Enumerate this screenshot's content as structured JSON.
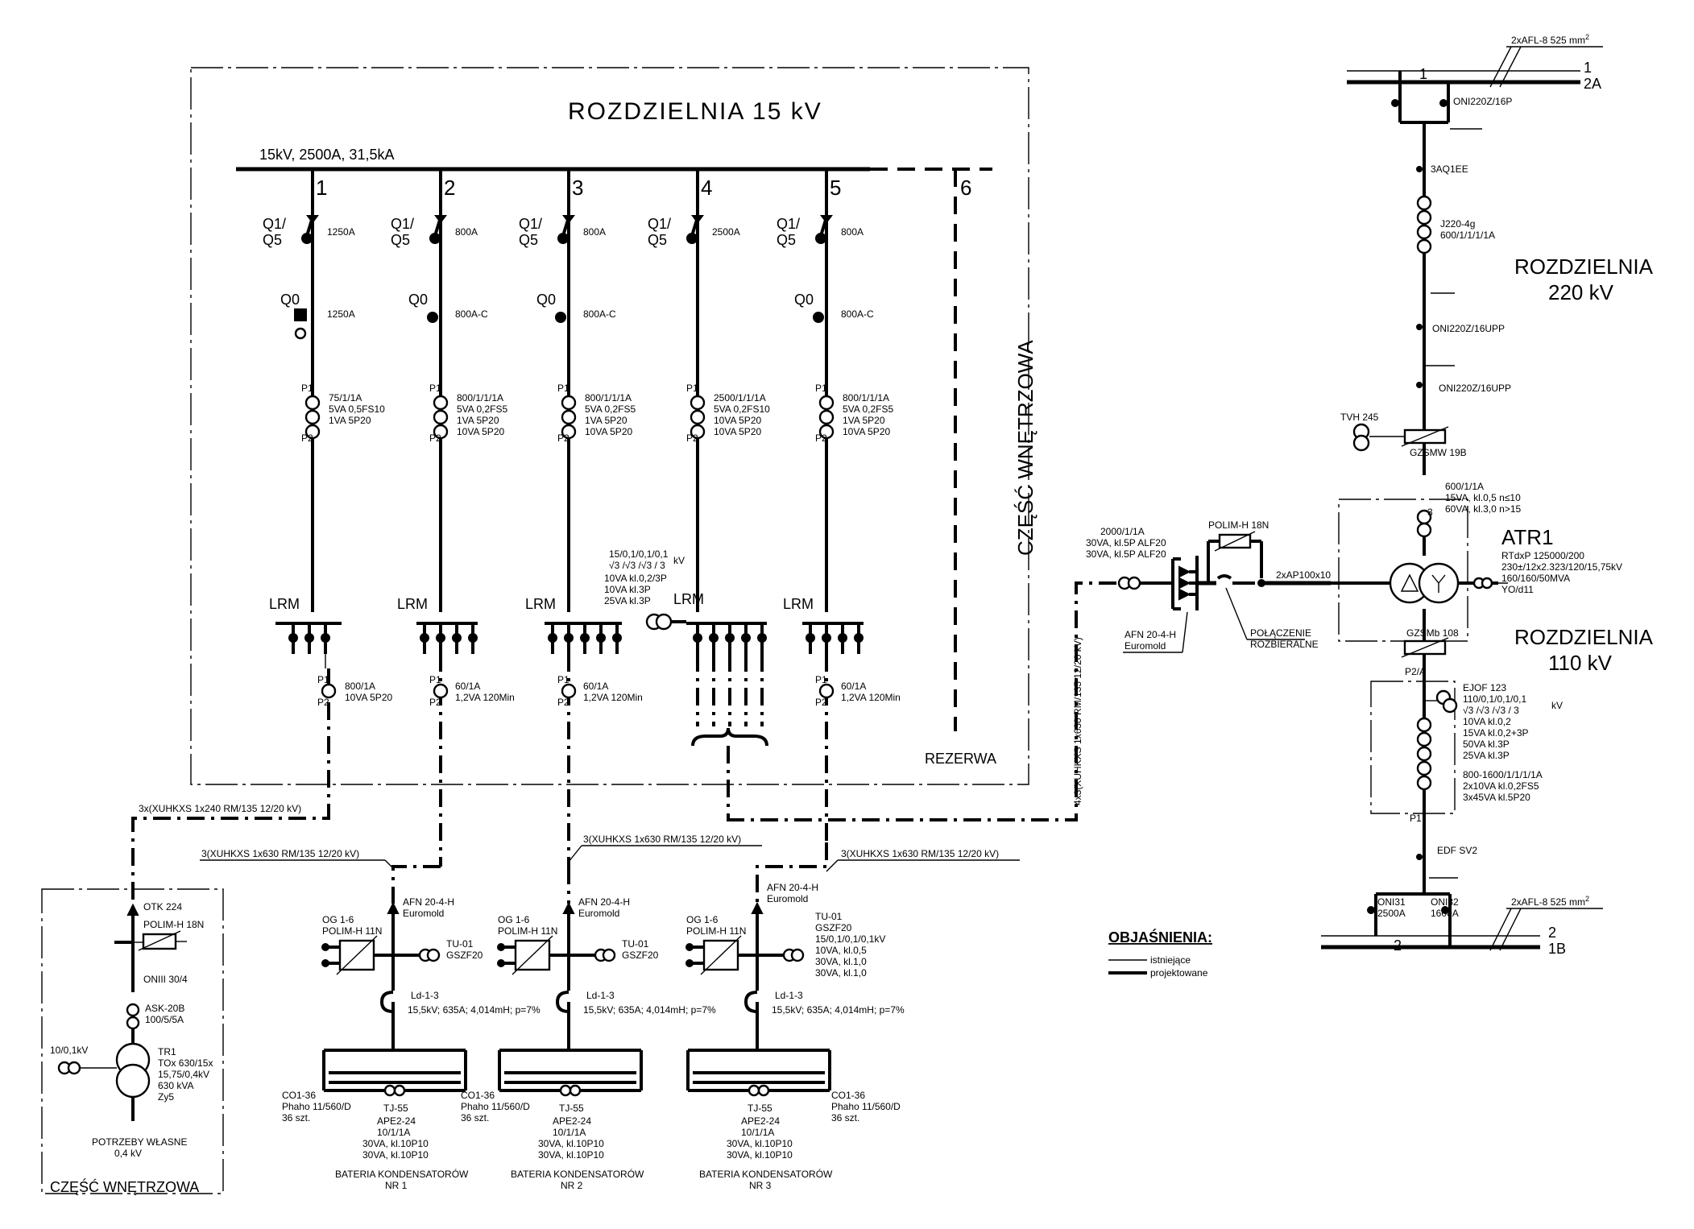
{
  "titles": {
    "switchgear_15kv": "ROZDZIELNIA 15 kV",
    "switchgear_220kv_l1": "ROZDZIELNIA",
    "switchgear_220kv_l2": "220 kV",
    "switchgear_110kv_l1": "ROZDZIELNIA",
    "switchgear_110kv_l2": "110 kV",
    "indoor_part_vertical": "CZĘŚĆ WNĘTRZOWA",
    "indoor_part_bottom": "CZĘŚĆ WNĘTRZOWA",
    "reserve": "REZERWA"
  },
  "busbar": {
    "rating": "15kV, 2500A, 31,5kA"
  },
  "bays": [
    {
      "no": "1",
      "breaker_code_1": "Q1/",
      "breaker_code_2": "Q5",
      "breaker_rating": "1250A",
      "earth_code": "Q0",
      "earth_rating": "1250A",
      "ct_lines": [
        "75/1/1A",
        "5VA 0,5FS10",
        "1VA 5P20",
        ""
      ],
      "lrm": "LRM",
      "ct2_lines": [
        "800/1A",
        "10VA 5P20"
      ]
    },
    {
      "no": "2",
      "breaker_code_1": "Q1/",
      "breaker_code_2": "Q5",
      "breaker_rating": "800A",
      "earth_code": "Q0",
      "earth_rating": "800A-C",
      "ct_lines": [
        "800/1/1/1A",
        "5VA 0,2FS5",
        "1VA 5P20",
        "10VA 5P20"
      ],
      "lrm": "LRM",
      "ct2_lines": [
        "60/1A",
        "1,2VA 120Min"
      ]
    },
    {
      "no": "3",
      "breaker_code_1": "Q1/",
      "breaker_code_2": "Q5",
      "breaker_rating": "800A",
      "earth_code": "Q0",
      "earth_rating": "800A-C",
      "ct_lines": [
        "800/1/1/1A",
        "5VA 0,2FS5",
        "1VA 5P20",
        "10VA 5P20"
      ],
      "lrm": "LRM",
      "ct2_lines": [
        "60/1A",
        "1,2VA 120Min"
      ]
    },
    {
      "no": "4",
      "breaker_code_1": "Q1/",
      "breaker_code_2": "Q5",
      "breaker_rating": "2500A",
      "earth_code": "",
      "earth_rating": "",
      "ct_lines": [
        "2500/1/1/1A",
        "5VA 0,2FS10",
        "10VA 5P20",
        "10VA 5P20"
      ],
      "lrm": "LRM",
      "ct2_lines": []
    },
    {
      "no": "5",
      "breaker_code_1": "Q1/",
      "breaker_code_2": "Q5",
      "breaker_rating": "800A",
      "earth_code": "Q0",
      "earth_rating": "800A-C",
      "ct_lines": [
        "800/1/1/1A",
        "5VA 0,2FS5",
        "1VA 5P20",
        "10VA 5P20"
      ],
      "lrm": "LRM",
      "ct2_lines": [
        "60/1A",
        "1,2VA 120Min"
      ]
    },
    {
      "no": "6"
    }
  ],
  "vt_bay4": {
    "lines": [
      "15/0,1/0,1/0,1",
      "√3 /√3 /√3 / 3",
      "10VA kl.0,2/3P",
      "10VA kl.3P",
      "25VA kl.3P"
    ],
    "unit": "kV"
  },
  "cables": {
    "c1": "3x(XUHKXS 1x240 RM/135 12/20 kV)",
    "c2": "3(XUHKXS 1x630 RM/135 12/20 kV)",
    "c3": "3(XUHKXS 1x630 RM/135 12/20 kV)",
    "c4": "3(XUHKXS 1x630 RM/135 12/20 kV)",
    "c_main": "4x3(XUHKXS 1x630 RM/135 12/20 kV)"
  },
  "aux": {
    "otk": "OTK 224",
    "polim": "POLIM-H 18N",
    "onii": "ONIII 30/4",
    "ask": "ASK-20B",
    "ask_ratio": "100/5/5A",
    "vt_label": "10/0,1kV",
    "tr_lines": [
      "TR1",
      "TOx 630/15x",
      "15,75/0,4kV",
      "630 kVA",
      "Zy5"
    ],
    "own_needs_1": "POTRZEBY WŁASNE",
    "own_needs_2": "0,4 kV"
  },
  "capbanks": [
    {
      "afn": "AFN 20-4-H",
      "euromold": "Euromold",
      "og": "OG 1-6",
      "polim": "POLIM-H 11N",
      "tu": "TU-01",
      "gszf": "GSZF20",
      "tu_extra": [],
      "ld": "Ld-1-3",
      "ld_spec": "15,5kV; 635A; 4,014mH; p=7%",
      "co": "CO1-36",
      "phaho": "Phaho 11/560/D",
      "szt": "36 szt.",
      "tj": "TJ-55",
      "ape": [
        "APE2-24",
        "10/1/1A",
        "30VA, kl.10P10",
        "30VA, kl.10P10"
      ],
      "title_1": "BATERIA KONDENSATORÓW",
      "title_2": "NR 1"
    },
    {
      "afn": "AFN 20-4-H",
      "euromold": "Euromold",
      "og": "OG 1-6",
      "polim": "POLIM-H 11N",
      "tu": "TU-01",
      "gszf": "GSZF20",
      "tu_extra": [],
      "ld": "Ld-1-3",
      "ld_spec": "15,5kV; 635A; 4,014mH; p=7%",
      "co": "CO1-36",
      "phaho": "Phaho 11/560/D",
      "szt": "36 szt.",
      "tj": "TJ-55",
      "ape": [
        "APE2-24",
        "10/1/1A",
        "30VA, kl.10P10",
        "30VA, kl.10P10"
      ],
      "title_1": "BATERIA KONDENSATORÓW",
      "title_2": "NR 2"
    },
    {
      "afn": "AFN 20-4-H",
      "euromold": "Euromold",
      "og": "OG 1-6",
      "polim": "POLIM-H 11N",
      "tu": "TU-01",
      "gszf": "GSZF20",
      "tu_extra": [
        "15/0,1/0,1/0,1kV",
        "10VA, kl.0,5",
        "30VA, kl.1,0",
        "30VA, kl.1,0"
      ],
      "ld": "Ld-1-3",
      "ld_spec": "15,5kV; 635A; 4,014mH; p=7%",
      "co": "CO1-36",
      "phaho": "Phaho 11/560/D",
      "szt": "36 szt.",
      "tj": "TJ-55",
      "ape": [
        "APE2-24",
        "10/1/1A",
        "30VA, kl.10P10",
        "30VA, kl.10P10"
      ],
      "title_1": "BATERIA KONDENSATORÓW",
      "title_2": "NR 3"
    }
  ],
  "mid": {
    "ct_lines": [
      "2000/1/1A",
      "30VA, kl.5P ALF20",
      "30VA, kl.5P ALF20"
    ],
    "polim": "POLIM-H 18N",
    "afn": "AFN 20-4-H",
    "euromold": "Euromold",
    "bus": "2xAP100x10",
    "conn_1": "POŁĄCZENIE",
    "conn_2": "ROZBIERALNE"
  },
  "hv220": {
    "conductor": "2xAFL-8 525 mm",
    "conductor_sup": "2",
    "line_1": "1",
    "line_1_dup": "1",
    "line_2a": "2A",
    "oni1": "ONI220Z/16P",
    "aq": "3AQ1EE",
    "ct_model": "J220-4g",
    "ct_ratio": "600/1/1/1/1A",
    "oni2": "ONI220Z/16UPP",
    "oni3": "ONI220Z/16UPP",
    "tvh": "TVH 245",
    "gzs": "GZSMW 19B"
  },
  "atr": {
    "ct_lines": [
      "600/1/1A",
      "15VA, kl.0,5 n≤10",
      "60VA, kl.3,0 n>15"
    ],
    "name": "ATR1",
    "spec": [
      "RTdxP 125000/200",
      "230±/12x2.323/120/15,75kV",
      "160/160/50MVA",
      "YO/d11"
    ],
    "small3": "3"
  },
  "hv110": {
    "gzs": "GZSMb 108",
    "p2a": "P2/A",
    "ejof": "EJOF 123",
    "vt": [
      "110/0,1/0,1/0,1",
      "√3 /√3 /√3 / 3",
      "10VA kl.0,2",
      "15VA kl.0,2+3P",
      "50VA kl.3P",
      "25VA kl.3P"
    ],
    "vt_unit": "kV",
    "ct": [
      "800-1600/1/1/1/1A",
      "2x10VA kl.0,2FS5",
      "3x45VA kl.5P20"
    ],
    "p1": "P1",
    "edf": "EDF SV2",
    "oni31": "ONI31",
    "oni31r": "2500A",
    "oni32": "ONI32",
    "oni32r": "1600A",
    "conductor": "2xAFL-8 525 mm",
    "conductor_sup": "2",
    "line_2": "2",
    "line_2_dup": "2",
    "line_1b": "1B"
  },
  "legend": {
    "title": "OBJAŚNIENIA:",
    "existing": "istniejące",
    "designed": "projektowane"
  },
  "terminal_labels": {
    "p1": "P1",
    "p2": "P2"
  }
}
